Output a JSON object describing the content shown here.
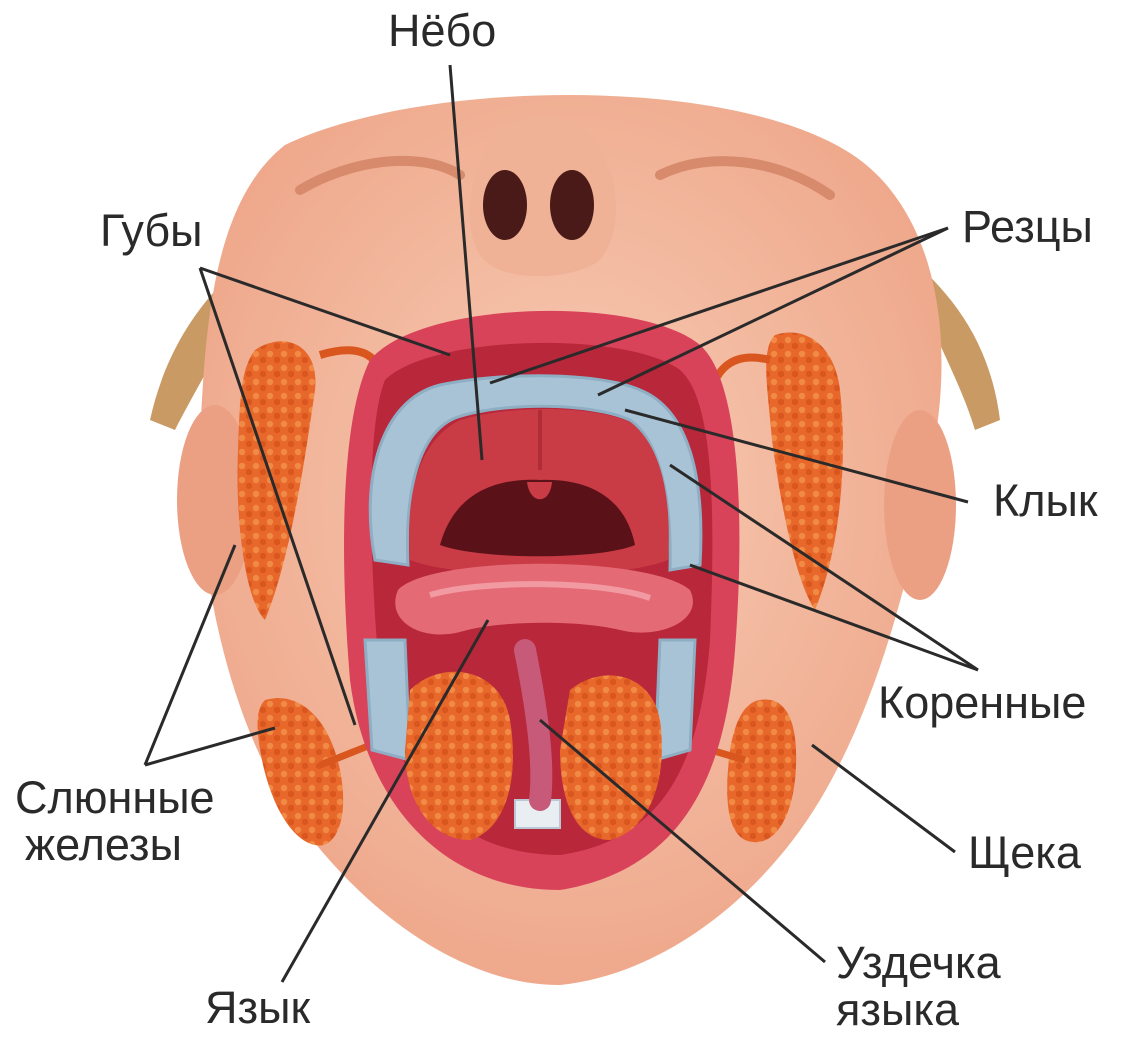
{
  "labels": {
    "palate": "Нёбо",
    "lips": "Губы",
    "incisors": "Резцы",
    "canine": "Клык",
    "molars": "Коренные",
    "glands_line1": "Слюнные",
    "glands_line2": "железы",
    "cheek": "Щека",
    "tongue": "Язык",
    "frenulum_line1": "Уздечка",
    "frenulum_line2": "языка"
  },
  "colors": {
    "skin": "#f3b99e",
    "skin_shadow": "#e89a7c",
    "lips": "#d9435a",
    "mouth_inner": "#b8273a",
    "palate": "#c93b45",
    "throat": "#5a1218",
    "teeth": "#a9c3d6",
    "tongue": "#e46a76",
    "glands": "#e8682c",
    "hair": "#c99a64",
    "leader_line": "#2a2a2a"
  }
}
